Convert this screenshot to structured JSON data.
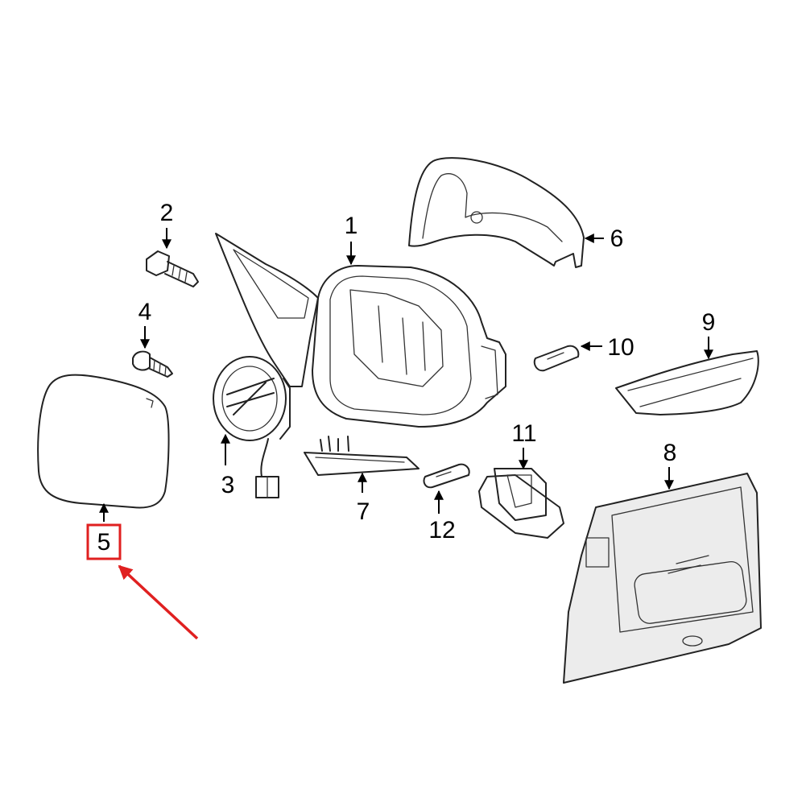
{
  "parts": [
    {
      "id": "p1",
      "number": "1",
      "icon": "mirror-assembly-icon"
    },
    {
      "id": "p2",
      "number": "2",
      "icon": "bolt-icon"
    },
    {
      "id": "p3",
      "number": "3",
      "icon": "power-motor-icon"
    },
    {
      "id": "p4",
      "number": "4",
      "icon": "screw-icon"
    },
    {
      "id": "p5",
      "number": "5",
      "icon": "mirror-glass-icon",
      "highlighted": true
    },
    {
      "id": "p6",
      "number": "6",
      "icon": "mirror-cover-icon"
    },
    {
      "id": "p7",
      "number": "7",
      "icon": "trim-strip-icon"
    },
    {
      "id": "p8",
      "number": "8",
      "icon": "control-module-icon"
    },
    {
      "id": "p9",
      "number": "9",
      "icon": "turn-signal-lamp-icon"
    },
    {
      "id": "p10",
      "number": "10",
      "icon": "bulb-icon"
    },
    {
      "id": "p11",
      "number": "11",
      "icon": "puddle-lamp-icon"
    },
    {
      "id": "p12",
      "number": "12",
      "icon": "bulb-icon"
    }
  ],
  "highlight": {
    "number": "5",
    "box_color": "#e02020",
    "arrow_color": "#e02020"
  },
  "colors": {
    "line": "#222222",
    "background": "#ffffff"
  }
}
